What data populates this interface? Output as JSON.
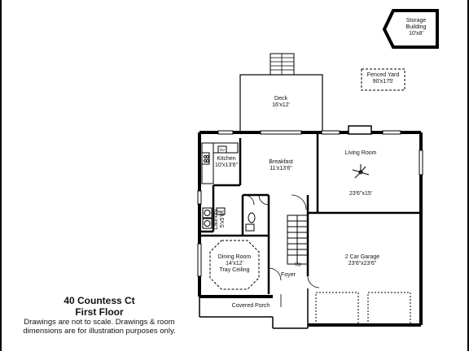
{
  "caption": {
    "address": "40 Countess Ct",
    "floor": "First Floor",
    "disclaimer_line1": "Drawings are not to scale. Drawings & room",
    "disclaimer_line2": "dimensions are for illustration purposes only."
  },
  "rooms": {
    "storage": {
      "name_line1": "Storage",
      "name_line2": "Building",
      "size": "10'x8'"
    },
    "fenced_yard": {
      "name": "Fenced Yard",
      "size": "90'x175'"
    },
    "deck": {
      "name": "Deck",
      "size": "16'x12'"
    },
    "kitchen": {
      "name": "Kitchen",
      "size": "10'x13'6\""
    },
    "breakfast": {
      "name": "Breakfast",
      "size": "11'x13'6\""
    },
    "living_room": {
      "name": "Living Room",
      "size": "23'6\"x15'"
    },
    "laundry": {
      "name": "Laundry",
      "size": "5'x5'6\""
    },
    "dining_room": {
      "name": "Dining Room",
      "size": "14'x12'",
      "note": "Tray Ceiling"
    },
    "garage": {
      "name": "2 Car Garage",
      "size": "23'6\"x23'6\""
    },
    "foyer": {
      "name": "Foyer"
    },
    "covered_porch": {
      "name": "Covered Porch"
    }
  },
  "fixtures": {
    "stairs_label": "Up",
    "oven_label": "OV",
    "dishwasher_label": "DW"
  }
}
